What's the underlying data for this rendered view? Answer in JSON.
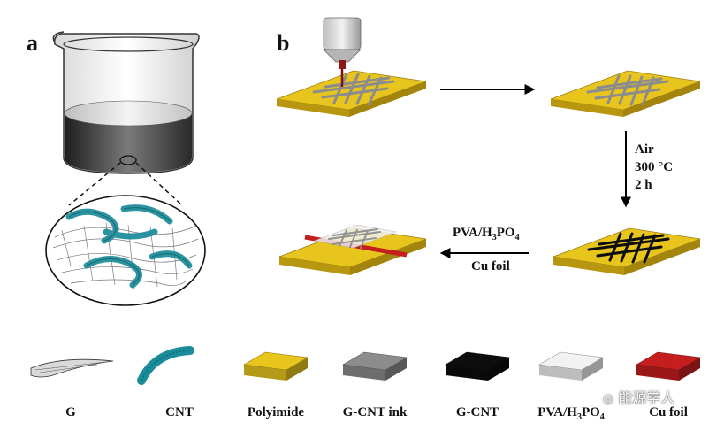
{
  "panels": {
    "a": "a",
    "b": "b"
  },
  "steps": {
    "anneal_line1": "Air",
    "anneal_line2": "300 °C",
    "anneal_line3": "2 h",
    "assembly_line1_main": "PVA/H",
    "assembly_line1_sub1": "3",
    "assembly_line1_mid": "PO",
    "assembly_line1_sub2": "4",
    "assembly_line2": "Cu foil"
  },
  "legend": [
    {
      "key": "g",
      "label": "G"
    },
    {
      "key": "cnt",
      "label": "CNT"
    },
    {
      "key": "polyimide",
      "label": "Polyimide",
      "color": "#e8c51d"
    },
    {
      "key": "gcnt_ink",
      "label": "G-CNT ink",
      "color": "#8c8c8c"
    },
    {
      "key": "gcnt",
      "label": "G-CNT",
      "color": "#0d0d0d"
    },
    {
      "key": "pva",
      "label_main": "PVA/H",
      "label_sub1": "3",
      "label_mid": "PO",
      "label_sub2": "4",
      "color": "#f2f2f2"
    },
    {
      "key": "cu",
      "label": "Cu foil",
      "color": "#c41e1e"
    }
  ],
  "watermark": "能源学人",
  "colors": {
    "polyimide": "#e8c51d",
    "polyimide_side": "#b8960f",
    "ink": "#8c8c8c",
    "gcnt": "#0d0d0d",
    "cu": "#c41e1e",
    "cnt": "#1b8c99"
  }
}
